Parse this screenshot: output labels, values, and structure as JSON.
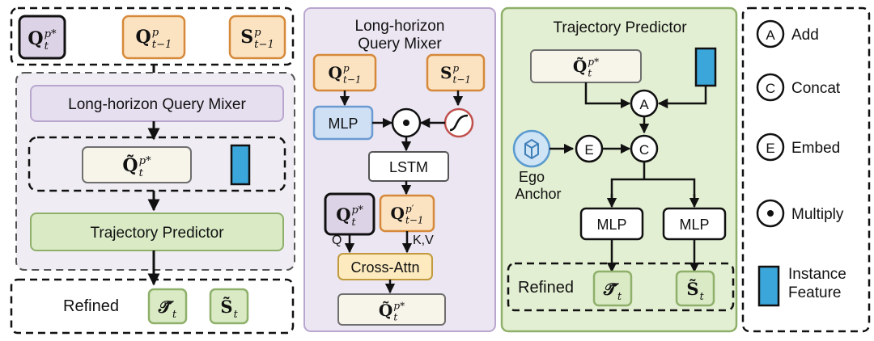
{
  "symbols": {
    "q_star": {
      "base": "Q",
      "sup": "p*",
      "sub": "t"
    },
    "q_prev": {
      "base": "Q",
      "sup": "p",
      "sub": "t−1"
    },
    "s_prev": {
      "base": "S",
      "sup": "p",
      "sub": "t−1"
    },
    "q_tilde": {
      "base": "Q̃",
      "sup": "p*",
      "sub": "t"
    },
    "q_prime": {
      "base": "Q",
      "sup": "p′",
      "sub": "t−1"
    },
    "traj": {
      "base": "𝒯̃",
      "sub": "t"
    },
    "s_tilde": {
      "base": "S̃",
      "sub": "t"
    }
  },
  "left_panel": {
    "mixer_label": "Long-horizon Query Mixer",
    "predictor_label": "Trajectory Predictor",
    "refined_label": "Refined"
  },
  "mixer_panel": {
    "title_line1": "Long-horizon",
    "title_line2": "Query Mixer",
    "mlp_label": "MLP",
    "lstm_label": "LSTM",
    "q_label": "Q",
    "kv_label": "K,V",
    "cross_attn_label": "Cross-Attn"
  },
  "predictor_panel": {
    "title": "Trajectory Predictor",
    "add_symbol": "A",
    "concat_symbol": "C",
    "embed_symbol": "E",
    "ego_line1": "Ego",
    "ego_line2": "Anchor",
    "mlp_label": "MLP",
    "refined_label": "Refined"
  },
  "legend": {
    "items": [
      {
        "symbol": "A",
        "label": "Add"
      },
      {
        "symbol": "C",
        "label": "Concat"
      },
      {
        "symbol": "E",
        "label": "Embed"
      },
      {
        "symbol": "⊙",
        "label": "Multiply"
      }
    ],
    "feature_line1": "Instance",
    "feature_line2": "Feature"
  },
  "colors": {
    "purple_fill": "#ddd3e6",
    "purple_stroke": "#111111",
    "orange_fill": "#fbe3c2",
    "orange_stroke": "#d6893a",
    "cream_fill": "#f7f5ea",
    "cream_stroke": "#6f6f6f",
    "lavender_fill": "#e6dff0",
    "lavender_stroke": "#b9a6cf",
    "green_fill": "#d9eac5",
    "green_stroke": "#8fb06a",
    "mixer_bg": "#ebe6f2",
    "predictor_bg": "#e3efd2",
    "blue_fill": "#3aa6d9",
    "mlp_blue_fill": "#cfe0f5",
    "mlp_blue_stroke": "#6b9bd1",
    "cross_fill": "#fdebbf",
    "cross_stroke": "#c29a3d",
    "sigmoid_stroke": "#c0504d",
    "ego_fill": "#cfe4f5",
    "ego_stroke": "#5a9bd0"
  }
}
